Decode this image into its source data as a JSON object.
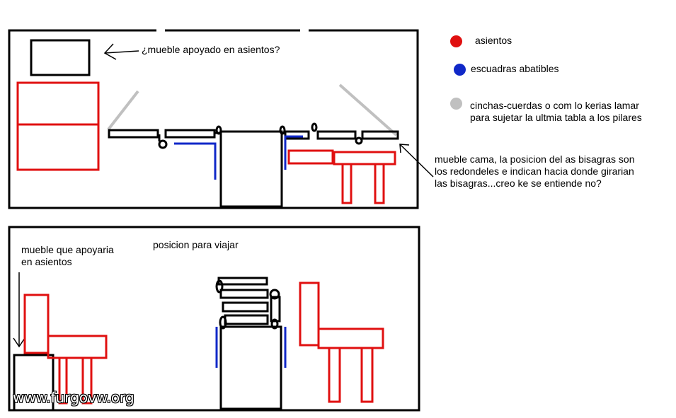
{
  "colors": {
    "seats": "#e01010",
    "brackets": "#1028c8",
    "straps": "#c0c0c0",
    "outline": "#000000"
  },
  "top_panel": {
    "annotation_cabinet": "¿mueble apoyado en asientos?",
    "annotation_bed": "mueble cama, la posicion del as bisagras son\nlos redondeles e indican hacia donde girarian\nlas bisagras...creo ke se entiende no?"
  },
  "bottom_panel": {
    "annotation_cabinet": "mueble que apoyaria\nen asientos",
    "title": "posicion para viajar"
  },
  "legend": [
    {
      "label": "asientos",
      "color": "#e01010",
      "icon": "red-dot-icon"
    },
    {
      "label": "escuadras abatibles",
      "color": "#1028c8",
      "icon": "blue-dot-icon"
    },
    {
      "label": "cinchas-cuerdas o com lo kerias lamar\npara sujetar  la ultmia tabla a los pilares",
      "color": "#c0c0c0",
      "icon": "gray-dot-icon"
    }
  ],
  "watermark": "www.furgovw.org"
}
